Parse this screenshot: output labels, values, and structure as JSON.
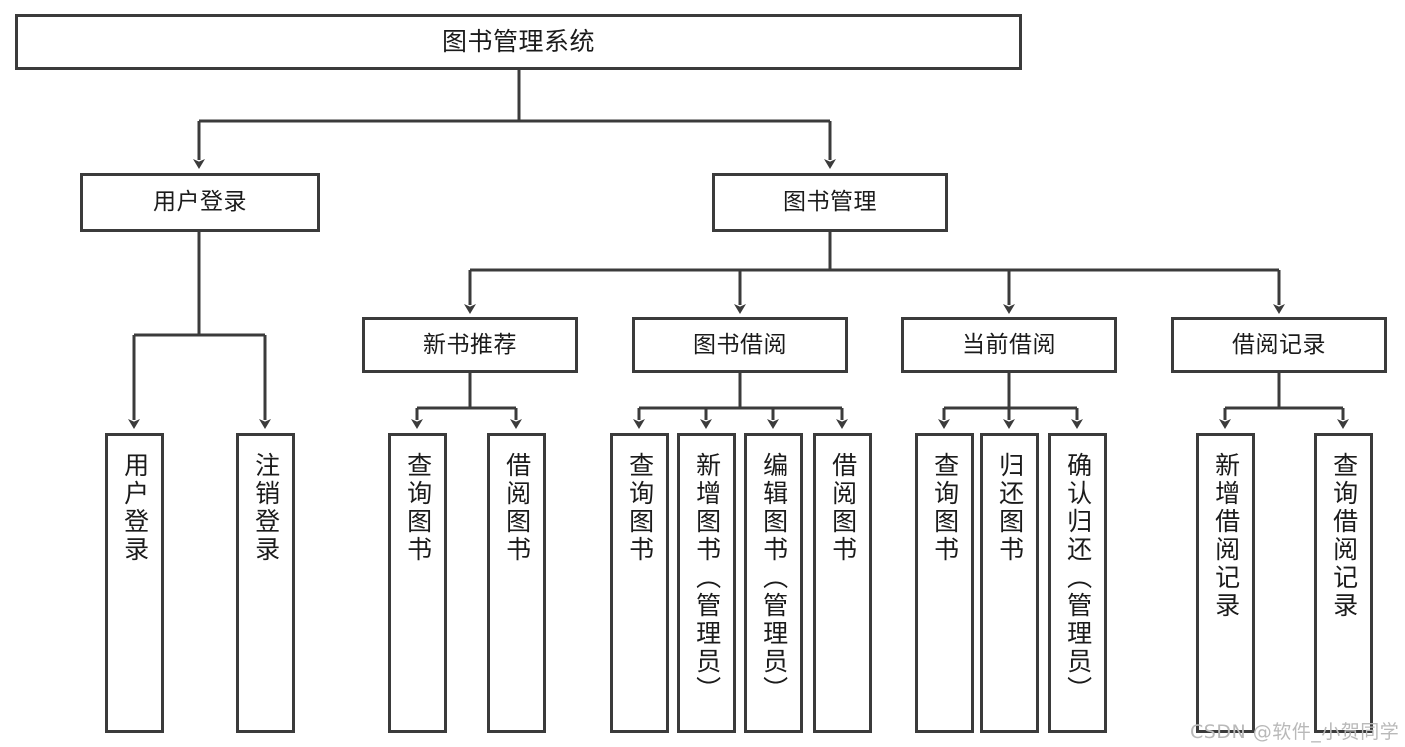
{
  "diagram": {
    "type": "tree-hierarchy-chart",
    "title": "图书管理系统",
    "stroke_color": "#3b3b3b",
    "background_color": "#ffffff",
    "watermark": "CSDN @软件_小贺同学",
    "nodes": {
      "root": {
        "label": "图书管理系统"
      },
      "level2": [
        {
          "label": "用户登录"
        },
        {
          "label": "图书管理"
        }
      ],
      "level3": [
        {
          "label": "新书推荐"
        },
        {
          "label": "图书借阅"
        },
        {
          "label": "当前借阅"
        },
        {
          "label": "借阅记录"
        }
      ],
      "leaves": {
        "user_login": [
          {
            "label": "用户登录"
          },
          {
            "label": "注销登录"
          }
        ],
        "new_book_recommend": [
          {
            "label": "查询图书"
          },
          {
            "label": "借阅图书"
          }
        ],
        "book_borrow": [
          {
            "label": "查询图书"
          },
          {
            "label": "新增图书（管理员）"
          },
          {
            "label": "编辑图书（管理员）"
          },
          {
            "label": "借阅图书"
          }
        ],
        "current_borrow": [
          {
            "label": "查询图书"
          },
          {
            "label": "归还图书"
          },
          {
            "label": "确认归还（管理员）"
          }
        ],
        "borrow_record": [
          {
            "label": "新增借阅记录"
          },
          {
            "label": "查询借阅记录"
          }
        ]
      }
    }
  }
}
